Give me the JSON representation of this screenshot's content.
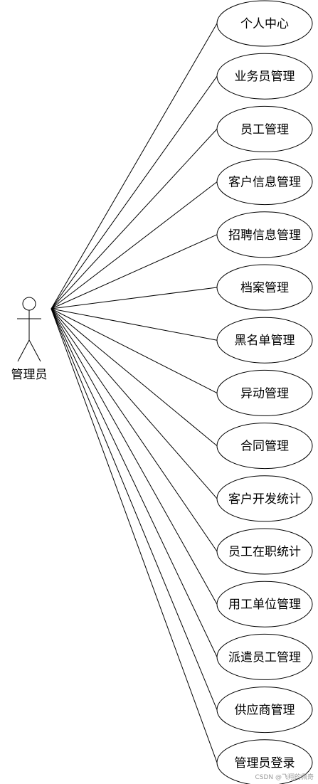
{
  "actor": {
    "name": "管理员"
  },
  "use_cases": [
    {
      "label": "个人中心"
    },
    {
      "label": "业务员管理"
    },
    {
      "label": "员工管理"
    },
    {
      "label": "客户信息管理"
    },
    {
      "label": "招聘信息管理"
    },
    {
      "label": "档案管理"
    },
    {
      "label": "黑名单管理"
    },
    {
      "label": "异动管理"
    },
    {
      "label": "合同管理"
    },
    {
      "label": "客户开发统计"
    },
    {
      "label": "员工在职统计"
    },
    {
      "label": "用工单位管理"
    },
    {
      "label": "派遣员工管理"
    },
    {
      "label": "供应商管理"
    },
    {
      "label": "管理员登录"
    }
  ],
  "watermark": "CSDN @飞翔的佩奇",
  "colors": {
    "stroke": "#000000",
    "background": "#ffffff",
    "watermark": "#9a9a9a"
  }
}
